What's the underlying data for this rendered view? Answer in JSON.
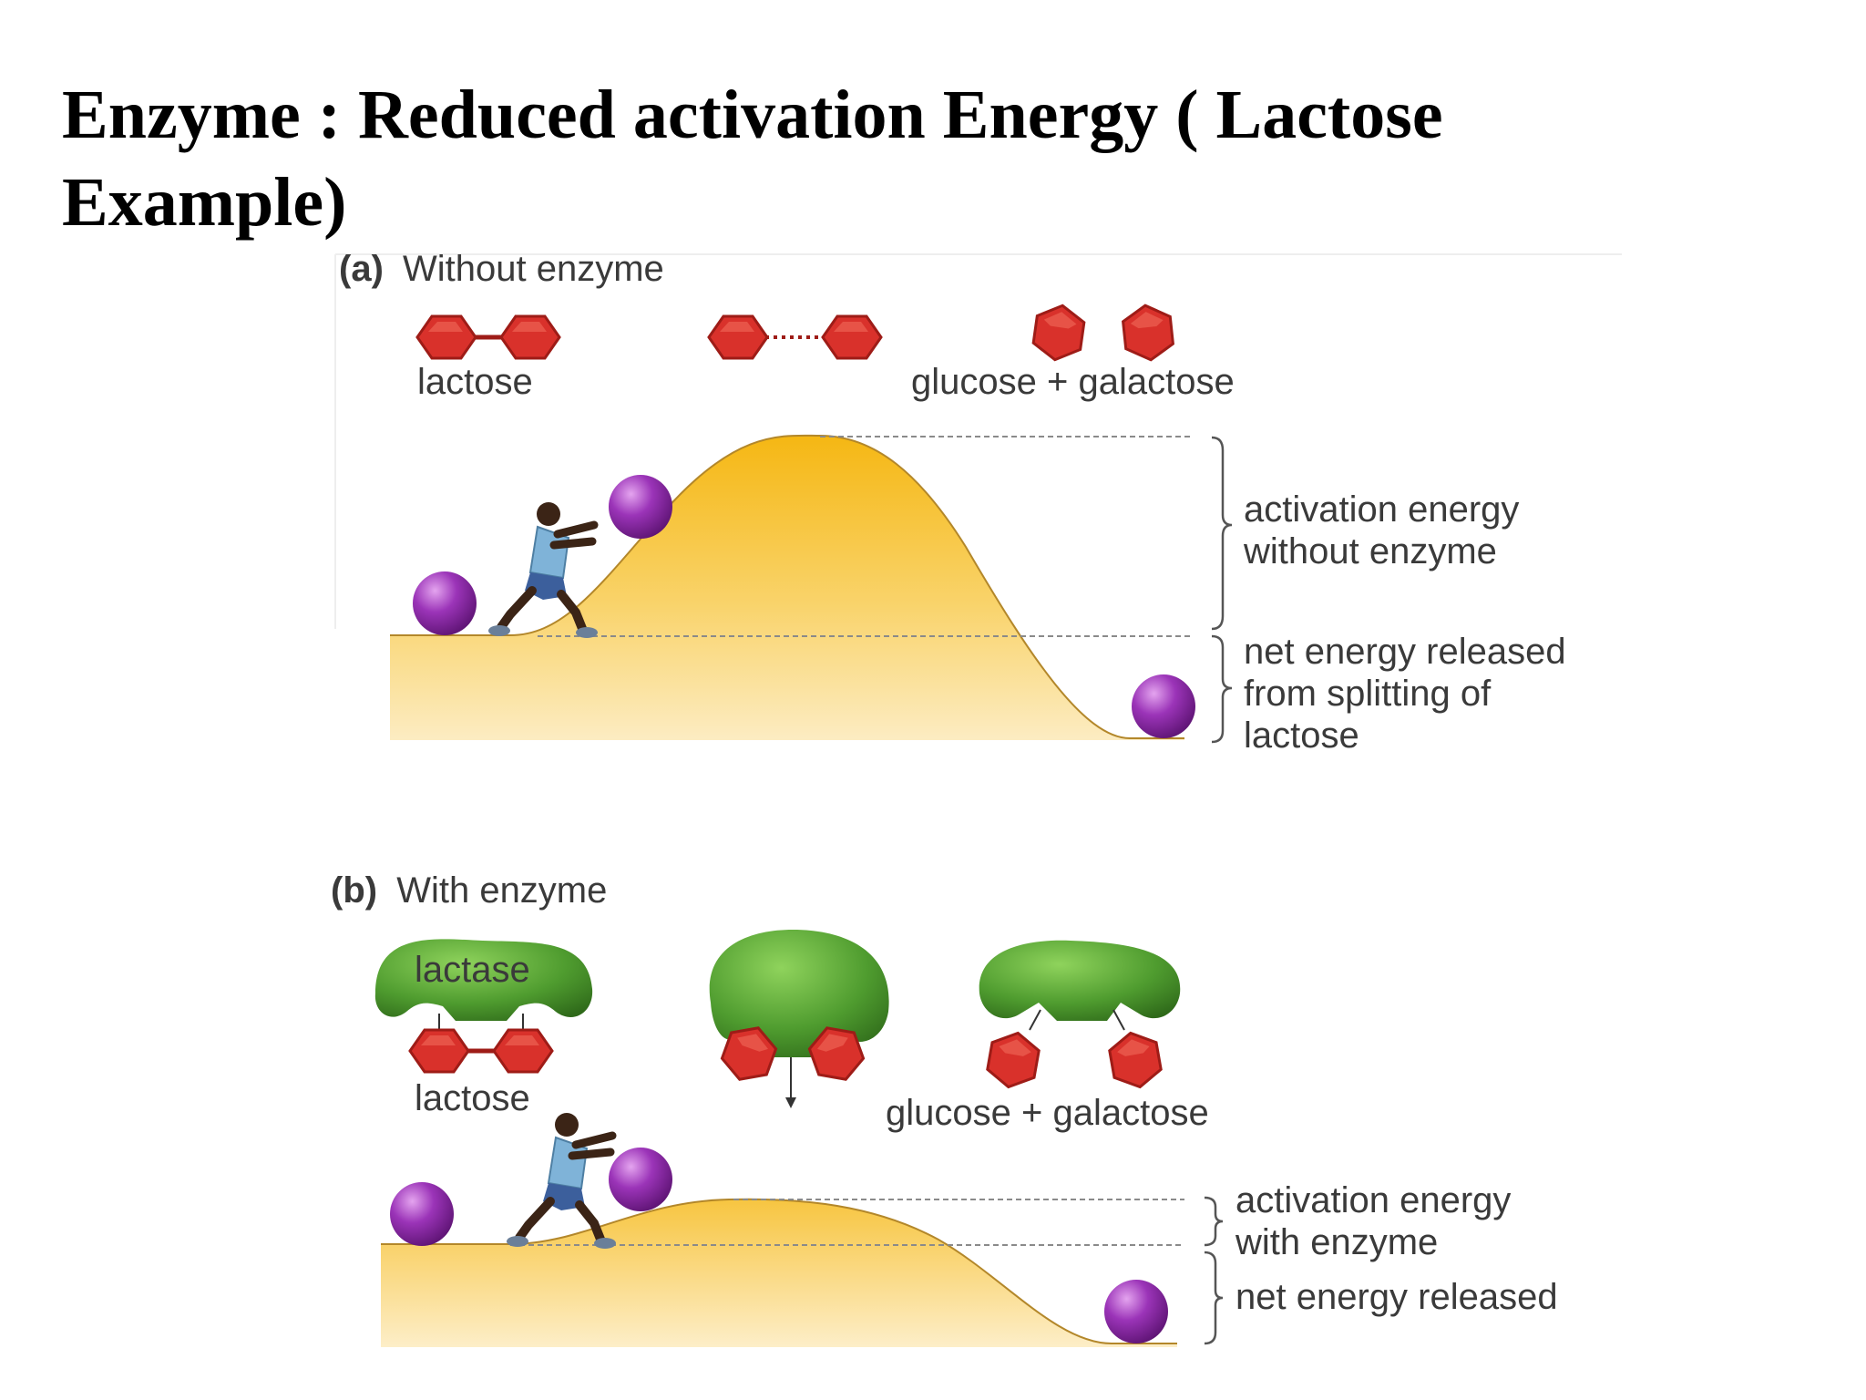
{
  "title": "Enzyme : Reduced activation Energy ( Lactose Example)",
  "panel_a": {
    "letter": "(a)",
    "heading": "Without enzyme",
    "lactose_label": "lactose",
    "products_label": "glucose + galactose",
    "activation_line1": "activation energy",
    "activation_line2": "without enzyme",
    "net_line1": "net energy released",
    "net_line2": "from splitting of",
    "net_line3": "lactose"
  },
  "panel_b": {
    "letter": "(b)",
    "heading": "With enzyme",
    "enzyme_label": "lactase",
    "lactose_label": "lactose",
    "products_label": "glucose + galactose",
    "activation_line1": "activation energy",
    "activation_line2": "with enzyme",
    "net_line1": "net energy released"
  },
  "colors": {
    "hill_top": "#f5b820",
    "hill_bottom": "#fbe7b0",
    "molecule": "#d9312b",
    "ball": "#8e2fa8",
    "enzyme": "#4e9a2e"
  }
}
